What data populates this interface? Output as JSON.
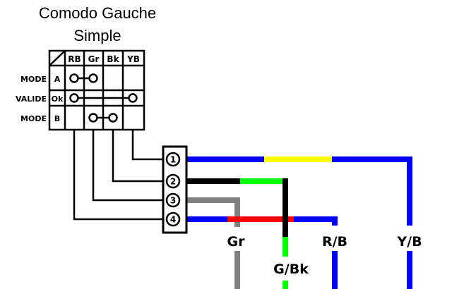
{
  "title": {
    "line1": "Comodo Gauche",
    "line2": "Simple"
  },
  "switch_table": {
    "columns": [
      "RB",
      "Gr",
      "Bk",
      "YB"
    ],
    "rows": [
      {
        "side_label": "MODE",
        "pos_label": "A"
      },
      {
        "side_label": "VALIDE",
        "pos_label": "Ok"
      },
      {
        "side_label": "MODE",
        "pos_label": "B"
      }
    ]
  },
  "connector": {
    "pins": [
      "1",
      "2",
      "3",
      "4"
    ]
  },
  "wire_labels": {
    "gr": "Gr",
    "gbk": "G/Bk",
    "rb": "R/B",
    "yb": "Y/B"
  },
  "colors": {
    "blue": "#0000ff",
    "yellow": "#ffff00",
    "green": "#00ff00",
    "black": "#000000",
    "gray": "#808080",
    "red": "#ff0000"
  }
}
